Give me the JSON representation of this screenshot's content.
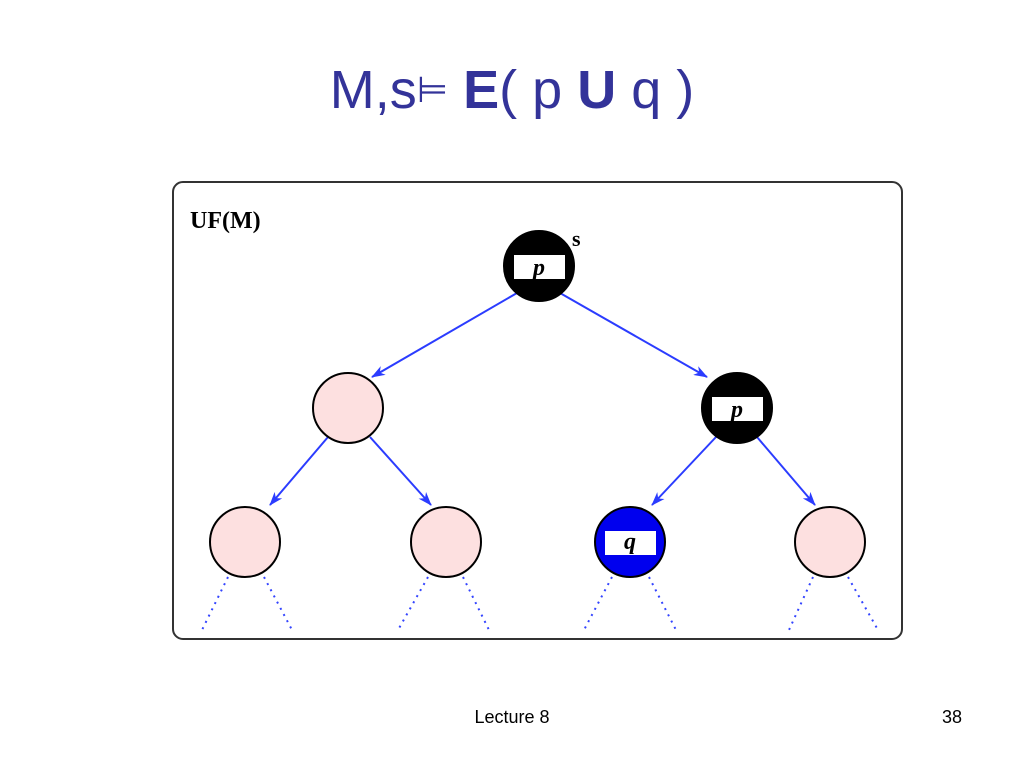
{
  "title": {
    "left": "M,s",
    "symbol": "⊨",
    "quantifier": "E",
    "open": "( p ",
    "operator": "U",
    "close": " q )"
  },
  "diagram": {
    "frame_label": "UF(M)",
    "root_state_label": "s",
    "nodes": {
      "root": {
        "label": "p",
        "fill": "#000000"
      },
      "left": {
        "label": "",
        "fill": "#fde0e0"
      },
      "right": {
        "label": "p",
        "fill": "#000000"
      },
      "left_left": {
        "label": "",
        "fill": "#fde0e0"
      },
      "left_right": {
        "label": "",
        "fill": "#fde0e0"
      },
      "right_left": {
        "label": "q",
        "fill": "#0000ee"
      },
      "right_right": {
        "label": "",
        "fill": "#fde0e0"
      }
    },
    "edge_color": "#2b3cff",
    "continuation_color": "#3344ff"
  },
  "footer": {
    "center": "Lecture 8",
    "page_number": "38"
  }
}
